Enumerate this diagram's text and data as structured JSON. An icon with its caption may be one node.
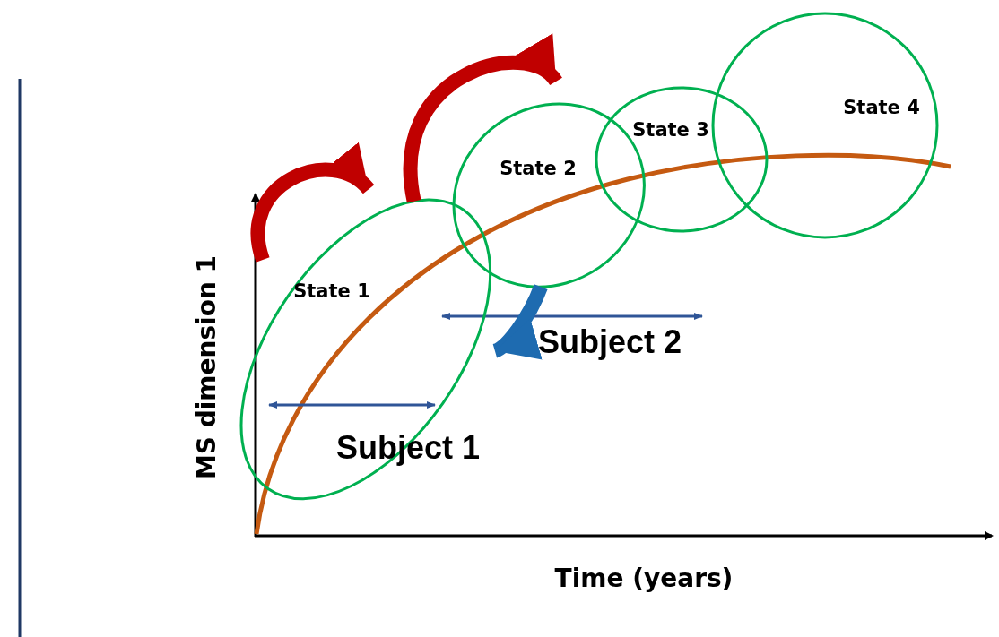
{
  "diagram": {
    "nodes": [
      {
        "text": [
          "State 1"
        ]
      },
      {
        "text": [
          "State 2"
        ]
      },
      {
        "text": [
          "State 3"
        ]
      },
      {
        "text": [
          "State 4"
        ]
      }
    ],
    "edges": [
      {
        "from": null,
        "to": 0,
        "arrow": "to"
      },
      {
        "from": 0,
        "to": 1,
        "arrow": "to"
      },
      {
        "from": 1,
        "to": 0,
        "arrow": "to",
        "color": "#1e6bb0"
      }
    ],
    "labels": [
      "Subject 2",
      "MS dimension 1",
      "Subject 1",
      "Time (years)"
    ]
  }
}
